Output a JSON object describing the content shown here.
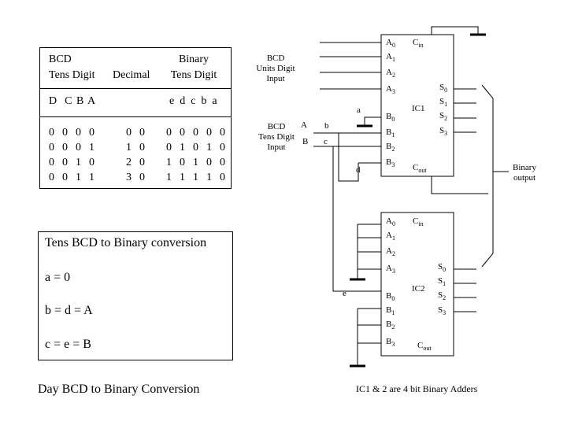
{
  "table": {
    "header_bcd": "BCD\nTens Digit",
    "header_decimal": "Decimal",
    "header_binary": "Binary\nTens Digit",
    "subheader_left": "D  C B A",
    "subheader_right": "e  d  c  b  a",
    "rows": [
      {
        "bcd": "0  0  0  0",
        "dec": "0  0",
        "bin": "0  0  0  0  0"
      },
      {
        "bcd": "0  0  0  1",
        "dec": "1  0",
        "bin": "0  1  0  1  0"
      },
      {
        "bcd": "0  0  1  0",
        "dec": "2  0",
        "bin": "1  0  1  0  0"
      },
      {
        "bcd": "0  0  1  1",
        "dec": "3  0",
        "bin": "1  1  1  1  0"
      }
    ]
  },
  "conversion_box": {
    "title": "Tens BCD to Binary conversion",
    "eq1": "a = 0",
    "eq2": "b = d = A",
    "eq3": "c = e = B"
  },
  "footer_left": "Day BCD to Binary Conversion",
  "footer_right": "IC1 & 2 are 4 bit Binary Adders",
  "labels": {
    "units_input": "BCD\nUnits Digit\nInput",
    "tens_input": "BCD\nTens Digit\nInput",
    "tens_A": "A",
    "tens_B": "B",
    "a": "a",
    "b": "b",
    "c": "c",
    "d": "d",
    "e": "e",
    "binary_output": "Binary\noutput"
  },
  "ic1": {
    "name": "IC1",
    "a_pins": [
      [
        "A",
        "0"
      ],
      [
        "A",
        "1"
      ],
      [
        "A",
        "2"
      ],
      [
        "A",
        "3"
      ]
    ],
    "b_pins": [
      [
        "B",
        "0"
      ],
      [
        "B",
        "1"
      ],
      [
        "B",
        "2"
      ],
      [
        "B",
        "3"
      ]
    ],
    "cin": [
      "C",
      "in"
    ],
    "cout": [
      "C",
      "out"
    ],
    "s_pins": [
      [
        "S",
        "0"
      ],
      [
        "S",
        "1"
      ],
      [
        "S",
        "2"
      ],
      [
        "S",
        "3"
      ]
    ]
  },
  "ic2": {
    "name": "IC2",
    "a_pins": [
      [
        "A",
        "0"
      ],
      [
        "A",
        "1"
      ],
      [
        "A",
        "2"
      ],
      [
        "A",
        "3"
      ]
    ],
    "b_pins": [
      [
        "B",
        "0"
      ],
      [
        "B",
        "1"
      ],
      [
        "B",
        "2"
      ],
      [
        "B",
        "3"
      ]
    ],
    "cin": [
      "C",
      "in"
    ],
    "cout": [
      "C",
      "out"
    ],
    "s_pins": [
      [
        "S",
        "0"
      ],
      [
        "S",
        "1"
      ],
      [
        "S",
        "2"
      ],
      [
        "S",
        "3"
      ]
    ]
  }
}
